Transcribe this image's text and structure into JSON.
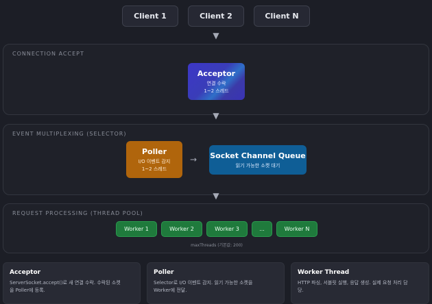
{
  "clients": [
    "Client 1",
    "Client 2",
    "Client N"
  ],
  "arrows": {
    "down": "▼",
    "right": "→"
  },
  "sections": {
    "accept": {
      "title": "CONNECTION ACCEPT",
      "acceptor": {
        "title": "Acceptor",
        "line1": "연결 수락",
        "line2": "1~2 스레드"
      }
    },
    "multiplex": {
      "title": "EVENT MULTIPLEXING (SELECTOR)",
      "poller": {
        "title": "Poller",
        "line1": "I/O 이벤트 감지",
        "line2": "1~2 스레드"
      },
      "queue": {
        "title": "Socket Channel Queue",
        "line1": "읽기 가능한 소켓 대기"
      }
    },
    "processing": {
      "title": "REQUEST PROCESSING (THREAD POOL)",
      "workers": [
        "Worker 1",
        "Worker 2",
        "Worker 3",
        "...",
        "Worker N"
      ],
      "note": "maxThreads (기본값: 200)"
    }
  },
  "cards": [
    {
      "title": "Acceptor",
      "line1": "ServerSocket.accept()로 새 연결 수락. 수락된 소켓",
      "line2": "을 Poller에 등록."
    },
    {
      "title": "Poller",
      "line1": "Selector로 I/O 이벤트 감지. 읽기 가능한 소켓을",
      "line2": "Worker에 전달."
    },
    {
      "title": "Worker Thread",
      "line1": "HTTP 파싱, 서블릿 실행, 응답 생성. 실제 요청 처리 담",
      "line2": "당."
    }
  ],
  "colors": {
    "acceptor": "#3a3ab8",
    "poller": "#b0650c",
    "queue": "#0f5e96",
    "worker": "#1f7a3c"
  }
}
